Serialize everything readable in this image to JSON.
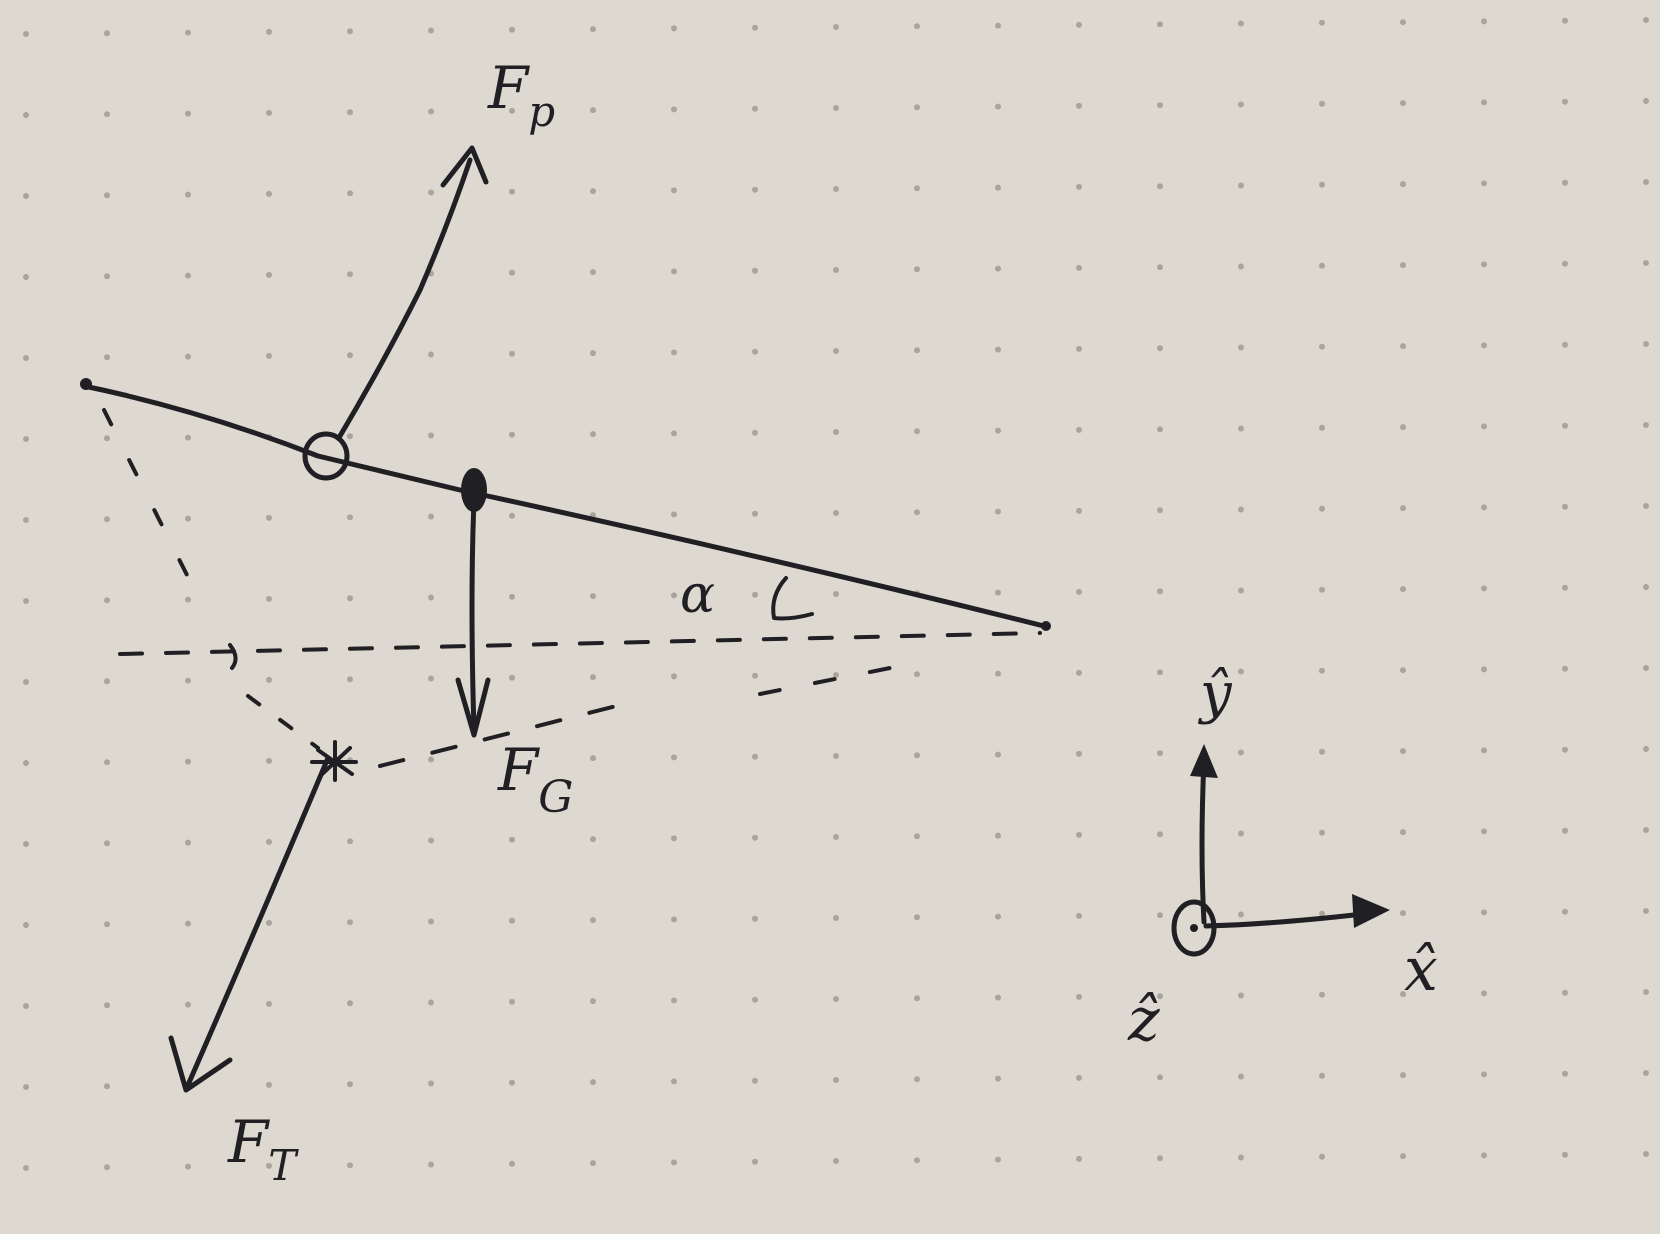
{
  "diagram": {
    "type": "free-body-diagram",
    "medium": "hand-drawn ink on dot-grid paper",
    "colors": {
      "paper": "#ddd9d1",
      "ink": "#1f1f24",
      "dots": "#a9a59c"
    },
    "forces": [
      {
        "symbol": "F",
        "subscript": "p"
      },
      {
        "symbol": "F",
        "subscript": "G"
      },
      {
        "symbol": "F",
        "subscript": "T"
      }
    ],
    "angle_label": "α",
    "axes": {
      "y": "ŷ",
      "x": "x̂",
      "z": "ẑ"
    }
  }
}
